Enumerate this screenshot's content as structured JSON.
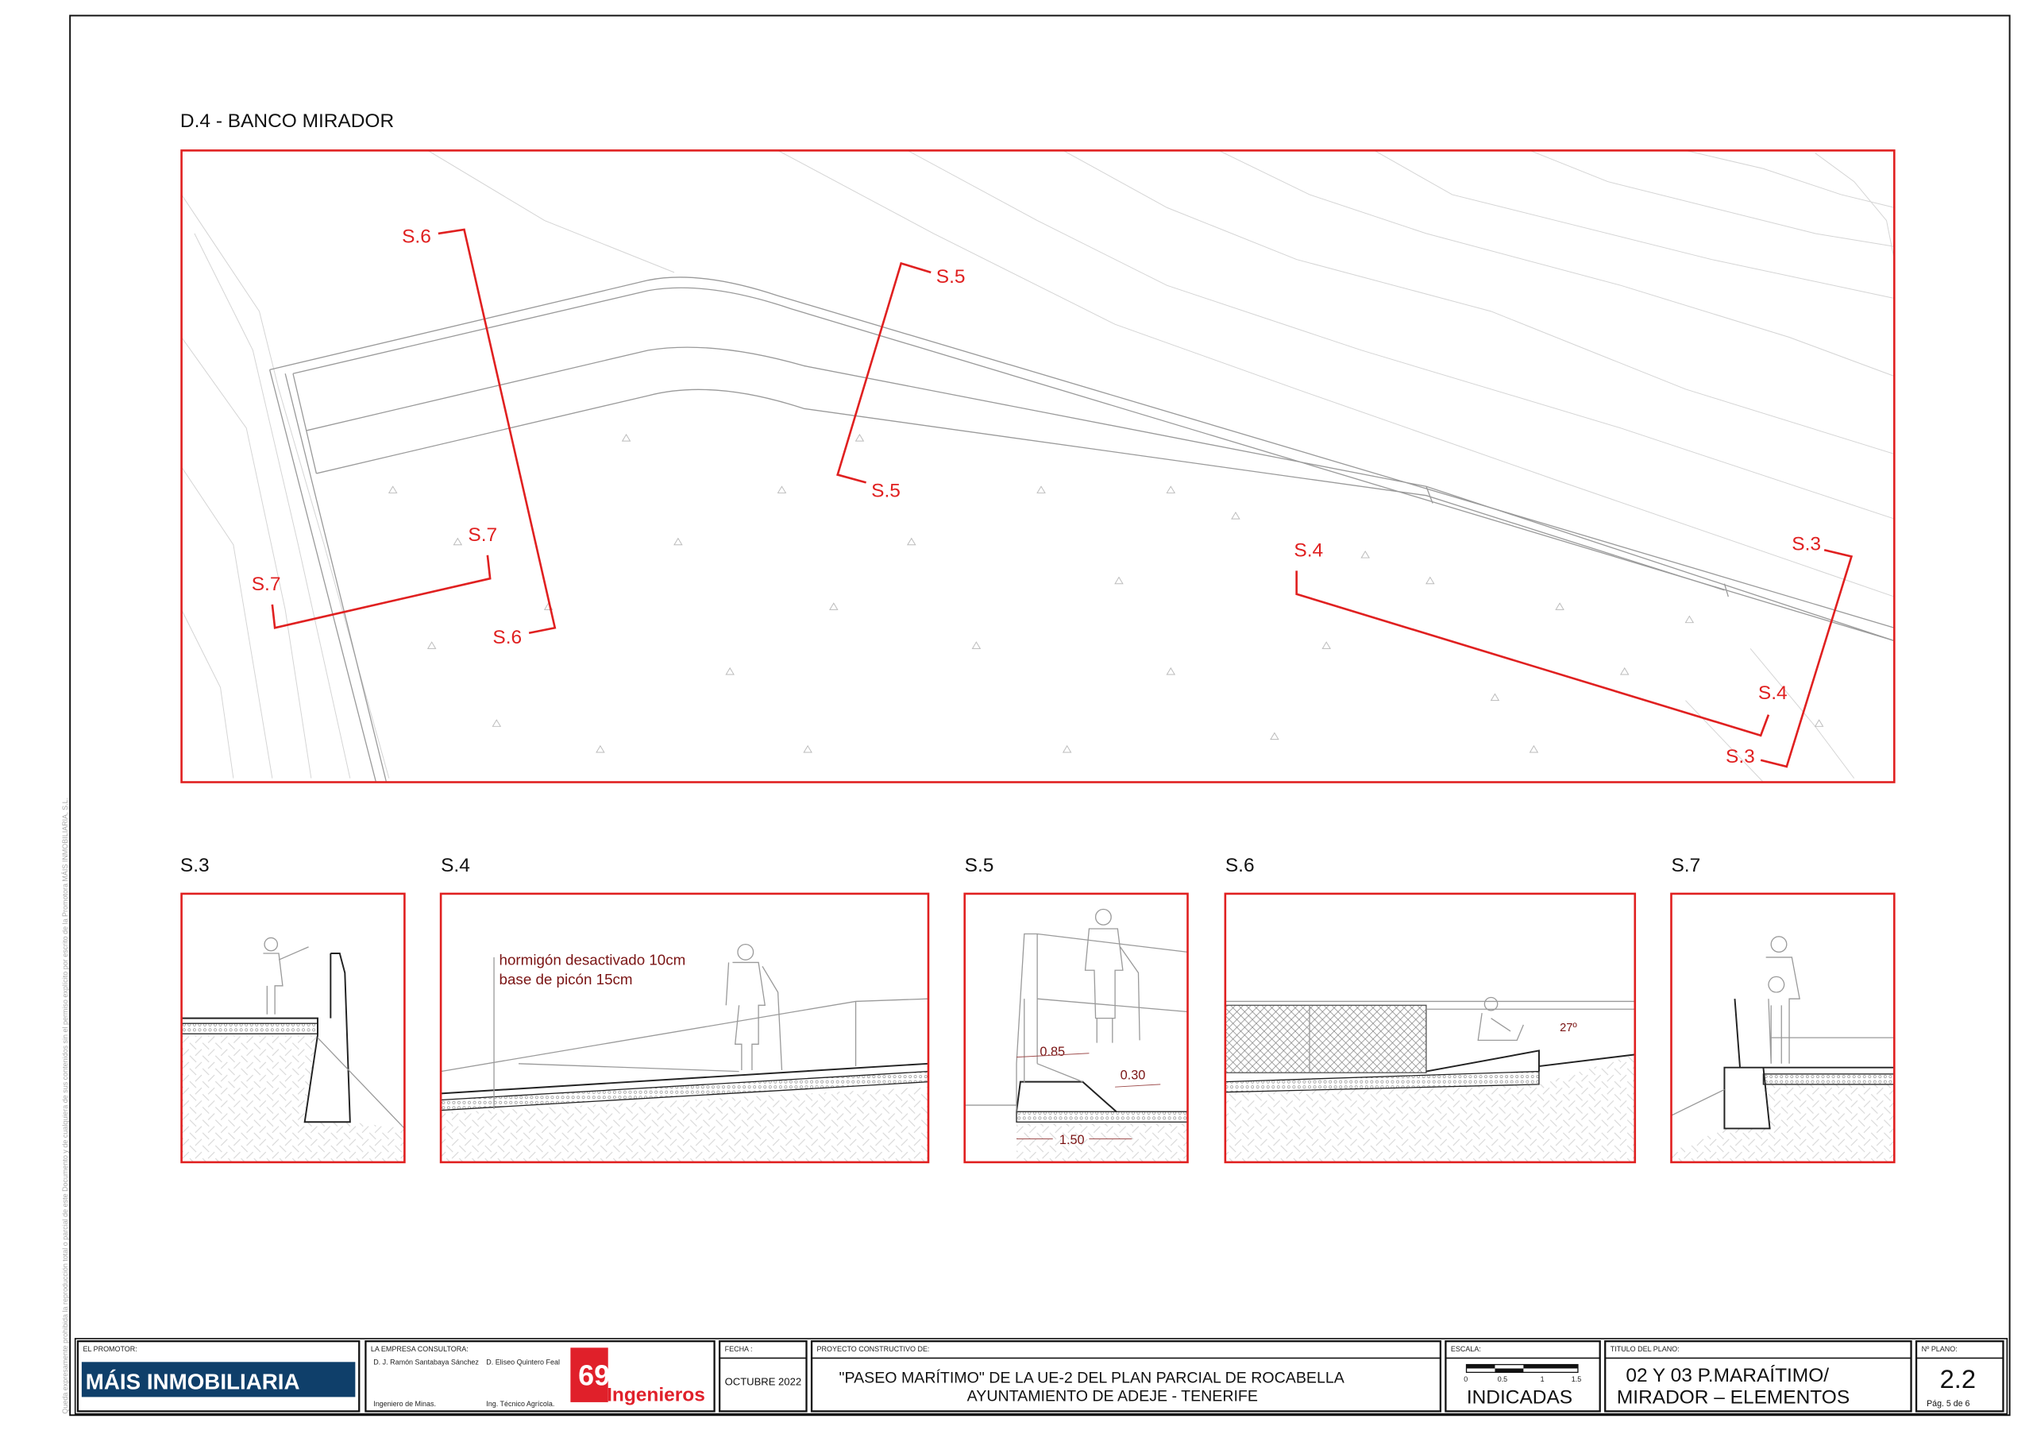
{
  "drawing": {
    "title": "D.4 - BANCO MIRADOR",
    "plan_section_labels": [
      "S.6",
      "S.6",
      "S.5",
      "S.5",
      "S.7",
      "S.7",
      "S.4",
      "S.4",
      "S.3",
      "S.3"
    ],
    "sections": [
      {
        "id": "S.3"
      },
      {
        "id": "S.4",
        "notes": [
          "hormigón desactivado 10cm",
          "base de picón 15cm"
        ]
      },
      {
        "id": "S.5",
        "dims": [
          "0.85",
          "0.30",
          "1.50"
        ]
      },
      {
        "id": "S.6",
        "angle": "27º"
      },
      {
        "id": "S.7"
      }
    ],
    "side_notice": "Queda expresamente prohibida la reproducción total o parcial de este Documento y de cualquiera de sus contenidos sin el permiso explícito por escrito de la Promotora MÁIS INMOBILIARIA, S.L."
  },
  "title_block": {
    "promotor_label": "EL PROMOTOR:",
    "promotor_logo": "MÁIS INMOBILIARIA",
    "consultora_label": "LA EMPRESA CONSULTORA:",
    "engineer1_name": "D. J. Ramón Santabaya Sánchez",
    "engineer1_title": "Ingeniero de Minas.",
    "engineer2_name": "D. Eliseo Quintero Feal",
    "engineer2_title": "Ing. Técnico Agrícola.",
    "consultora_logo": "Ingenieros",
    "fecha_label": "FECHA :",
    "fecha": "OCTUBRE 2022",
    "proyecto_label": "PROYECTO CONSTRUCTIVO DE:",
    "proyecto_line1": "\"PASEO MARÍTIMO\" DE LA UE-2 DEL PLAN PARCIAL DE ROCABELLA",
    "proyecto_line2": "AYUNTAMIENTO DE ADEJE - TENERIFE",
    "escala_label": "ESCALA:",
    "escala_ticks": [
      "0",
      "0.5",
      "1",
      "1.5"
    ],
    "escala": "INDICADAS",
    "titulo_label": "TITULO DEL PLANO:",
    "titulo_line1": "02 Y 03 P.MARAÍTIMO/",
    "titulo_line2": "MIRADOR – ELEMENTOS",
    "nplano_label": "Nº PLANO:",
    "nplano": "2.2",
    "pagina": "Pág.  5  de  6"
  },
  "colors": {
    "section_red": "#e02020",
    "annotation": "#7a1414",
    "logo_blue": "#0f3f6a",
    "logo_red": "#e0202a"
  }
}
